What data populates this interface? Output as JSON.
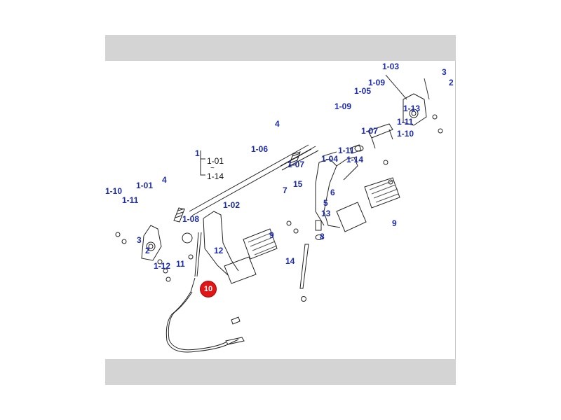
{
  "header": {
    "title": ""
  },
  "diagram": {
    "assembly": {
      "number": "1",
      "range_start": "1-01",
      "range_sep": "~",
      "range_end": "1-14"
    },
    "labels": {
      "l_1_03": "1-03",
      "l_3a": "3",
      "l_2a": "2",
      "l_1_09a": "1-09",
      "l_1_05": "1-05",
      "l_1_13a": "1-13",
      "l_1_09b": "1-09",
      "l_1_11a": "1-11",
      "l_1_07a": "1-07",
      "l_1_10a": "1-10",
      "l_4a": "4",
      "l_1_06": "1-06",
      "l_1_11b": "1-11",
      "l_1_07b": "1-07",
      "l_1_04": "1-04",
      "l_1_14": "1-14",
      "l_9a": "9",
      "l_4b": "4",
      "l_1_01": "1-01",
      "l_1_10b": "1-10",
      "l_1_11c": "1-11",
      "l_7": "7",
      "l_15": "15",
      "l_6": "6",
      "l_5": "5",
      "l_13": "13",
      "l_1_02": "1-02",
      "l_1_08": "1-08",
      "l_9b": "9",
      "l_8": "8",
      "l_3b": "3",
      "l_2b": "2",
      "l_12": "12",
      "l_1_12": "1-12",
      "l_11": "11",
      "l_14": "14"
    },
    "highlight": {
      "label": "10",
      "color": "#e01616"
    },
    "label_color": "#1c2bb3"
  }
}
